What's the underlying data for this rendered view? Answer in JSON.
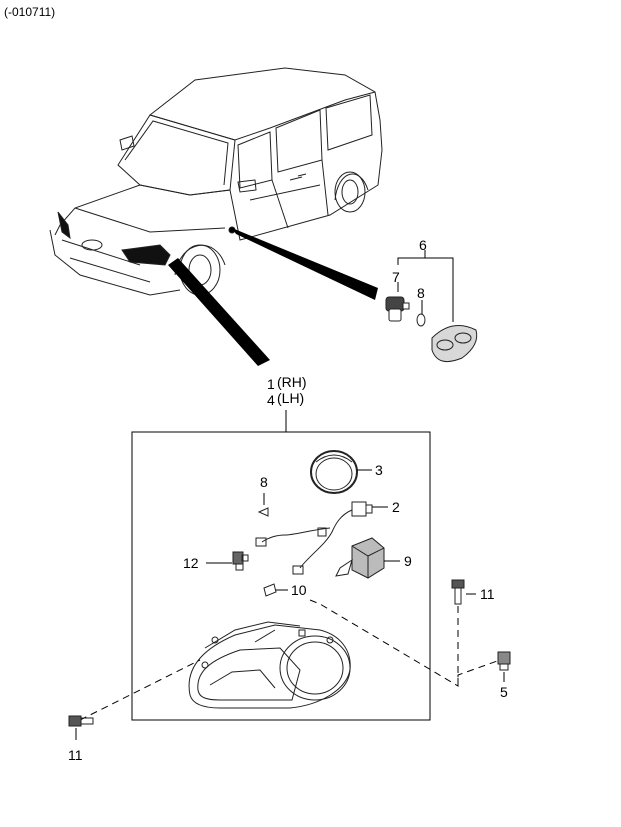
{
  "header": {
    "code": "(-010711)"
  },
  "callouts": [
    {
      "id": "callout-6",
      "text": "6"
    },
    {
      "id": "callout-7",
      "text": "7"
    },
    {
      "id": "callout-8-side",
      "text": "8"
    },
    {
      "id": "callout-1",
      "text": "1"
    },
    {
      "id": "callout-1-rh",
      "text": "(RH)"
    },
    {
      "id": "callout-4",
      "text": "4"
    },
    {
      "id": "callout-4-lh",
      "text": "(LH)"
    },
    {
      "id": "callout-3",
      "text": "3"
    },
    {
      "id": "callout-8-head",
      "text": "8"
    },
    {
      "id": "callout-2",
      "text": "2"
    },
    {
      "id": "callout-12",
      "text": "12"
    },
    {
      "id": "callout-9",
      "text": "9"
    },
    {
      "id": "callout-10",
      "text": "10"
    },
    {
      "id": "callout-11-right",
      "text": "11"
    },
    {
      "id": "callout-5",
      "text": "5"
    },
    {
      "id": "callout-11-left",
      "text": "11"
    }
  ]
}
